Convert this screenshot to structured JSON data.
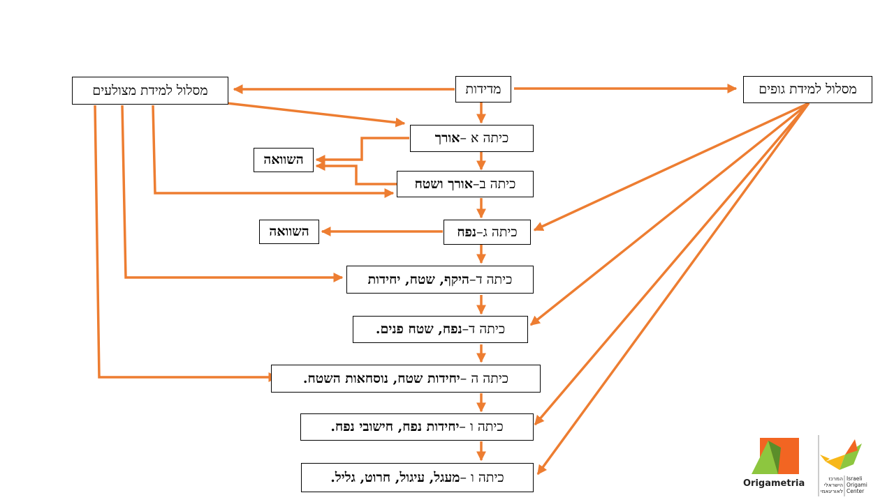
{
  "diagram": {
    "root": "מדידות",
    "left_track": "מסלול למידת מצולעים",
    "right_track": "מסלול למידת גופים",
    "nodes": [
      {
        "prefix": "כיתה א – ",
        "main": "אורך"
      },
      {
        "prefix": "כיתה ב– ",
        "main": "אורך ושטח"
      },
      {
        "prefix": "כיתה ג– ",
        "main": "נפח"
      },
      {
        "prefix": "כיתה ד– ",
        "main": "היקף, שטח, יחידות"
      },
      {
        "prefix": "כיתה ד– ",
        "main": "נפח, שטח פנים."
      },
      {
        "prefix": "כיתה ה – ",
        "main": "יחידות שטח, נוסחאות השטח."
      },
      {
        "prefix": "כיתה ו – ",
        "main": "יחידות נפח, חישובי נפח."
      },
      {
        "prefix": "כיתה ו – ",
        "main": "מעגל, עיגול, חרוט, גליל."
      }
    ],
    "compare_1": "השוואה",
    "compare_2": "השוואה"
  },
  "logo": {
    "brand": "Origametria",
    "center_hebrew": [
      "המרכז",
      "הישראלי",
      "לאוריגאמי"
    ],
    "center_english": [
      "Israeli",
      "Origami",
      "Center"
    ]
  },
  "colors": {
    "arrow": "#ED7D31",
    "logo_orange": "#F26522",
    "logo_green": "#8DC63F"
  }
}
